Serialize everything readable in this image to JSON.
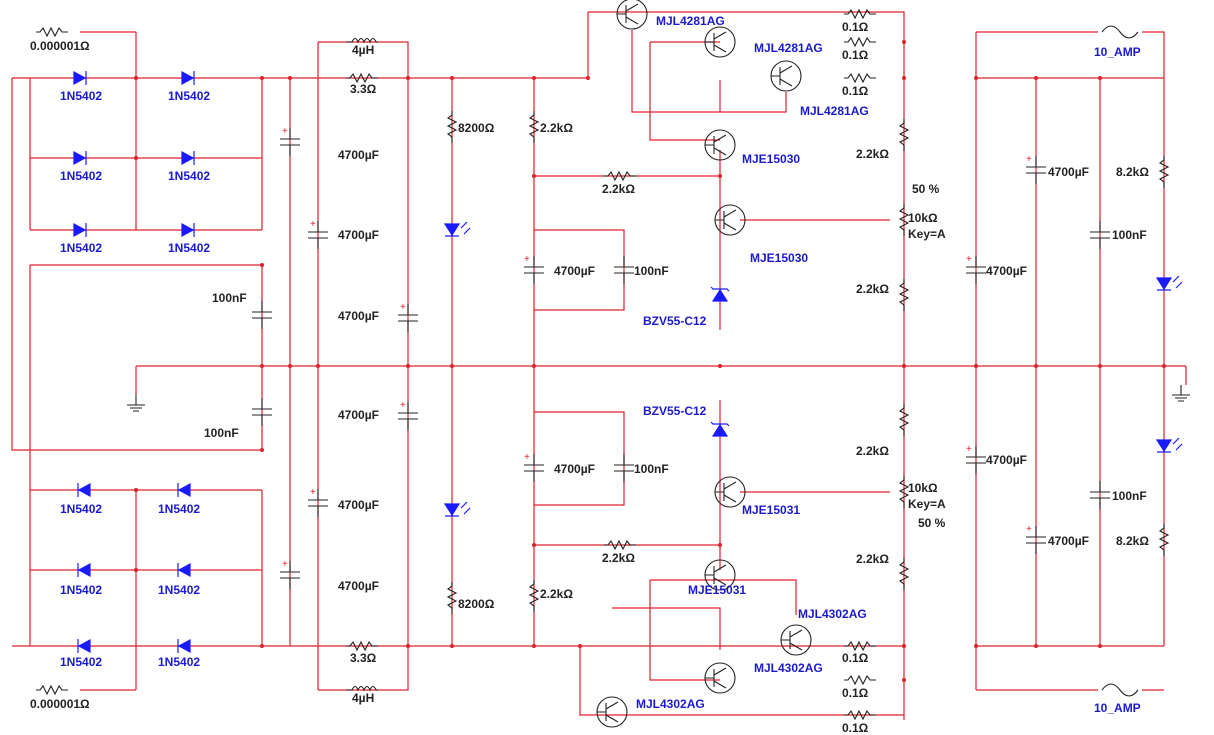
{
  "components": {
    "diodes": {
      "model": "1N5402",
      "count": 12
    },
    "fuses": [
      {
        "label": "10_AMP"
      },
      {
        "label": "10_AMP"
      }
    ],
    "source_resistors": [
      {
        "label": "0.000001Ω"
      },
      {
        "label": "0.000001Ω"
      }
    ],
    "filter": {
      "inductors": [
        {
          "label": "4µH"
        },
        {
          "label": "4µH"
        }
      ],
      "resistors": [
        {
          "label": "3.3Ω"
        },
        {
          "label": "3.3Ω"
        }
      ],
      "caps_100nF": [
        {
          "label": "100nF"
        },
        {
          "label": "100nF"
        }
      ],
      "caps_4700": [
        {
          "label": "4700µF"
        },
        {
          "label": "4700µF"
        },
        {
          "label": "4700µF"
        },
        {
          "label": "4700µF"
        },
        {
          "label": "4700µF"
        },
        {
          "label": "4700µF"
        }
      ]
    },
    "led_resistors": [
      {
        "label": "8200Ω"
      },
      {
        "label": "8200Ω"
      }
    ],
    "regulator_pos": {
      "bias_resistors": [
        {
          "label": "2.2kΩ"
        },
        {
          "label": "2.2kΩ"
        }
      ],
      "cap_4700": "4700µF",
      "cap_100n": "100nF",
      "zener": "BZV55-C12",
      "driver1": "MJE15030",
      "driver2": "MJE15030",
      "pass_transistors": [
        {
          "label": "MJL4281AG"
        },
        {
          "label": "MJL4281AG"
        },
        {
          "label": "MJL4281AG"
        }
      ],
      "emitter_resistors": [
        {
          "label": "0.1Ω"
        },
        {
          "label": "0.1Ω"
        },
        {
          "label": "0.1Ω"
        }
      ],
      "divider_top": "2.2kΩ",
      "divider_bottom": "2.2kΩ",
      "pot_value": "10kΩ",
      "pot_key": "Key=A",
      "pot_percent": "50 %"
    },
    "regulator_neg": {
      "bias_resistors": [
        {
          "label": "2.2kΩ"
        },
        {
          "label": "2.2kΩ"
        }
      ],
      "cap_4700": "4700µF",
      "cap_100n": "100nF",
      "zener": "BZV55-C12",
      "driver1": "MJE15031",
      "driver2": "MJE15031",
      "pass_transistors": [
        {
          "label": "MJL4302AG"
        },
        {
          "label": "MJL4302AG"
        },
        {
          "label": "MJL4302AG"
        }
      ],
      "emitter_resistors": [
        {
          "label": "0.1Ω"
        },
        {
          "label": "0.1Ω"
        },
        {
          "label": "0.1Ω"
        }
      ],
      "divider_top": "2.2kΩ",
      "divider_bottom": "2.2kΩ",
      "pot_value": "10kΩ",
      "pot_key": "Key=A",
      "pot_percent": "50 %"
    },
    "output": {
      "caps_4700": [
        {
          "label": "4700µF"
        },
        {
          "label": "4700µF"
        },
        {
          "label": "4700µF"
        },
        {
          "label": "4700µF"
        }
      ],
      "caps_100n": [
        {
          "label": "100nF"
        },
        {
          "label": "100nF"
        }
      ],
      "led_resistors": [
        {
          "label": "8.2kΩ"
        },
        {
          "label": "8.2kΩ"
        }
      ]
    }
  }
}
